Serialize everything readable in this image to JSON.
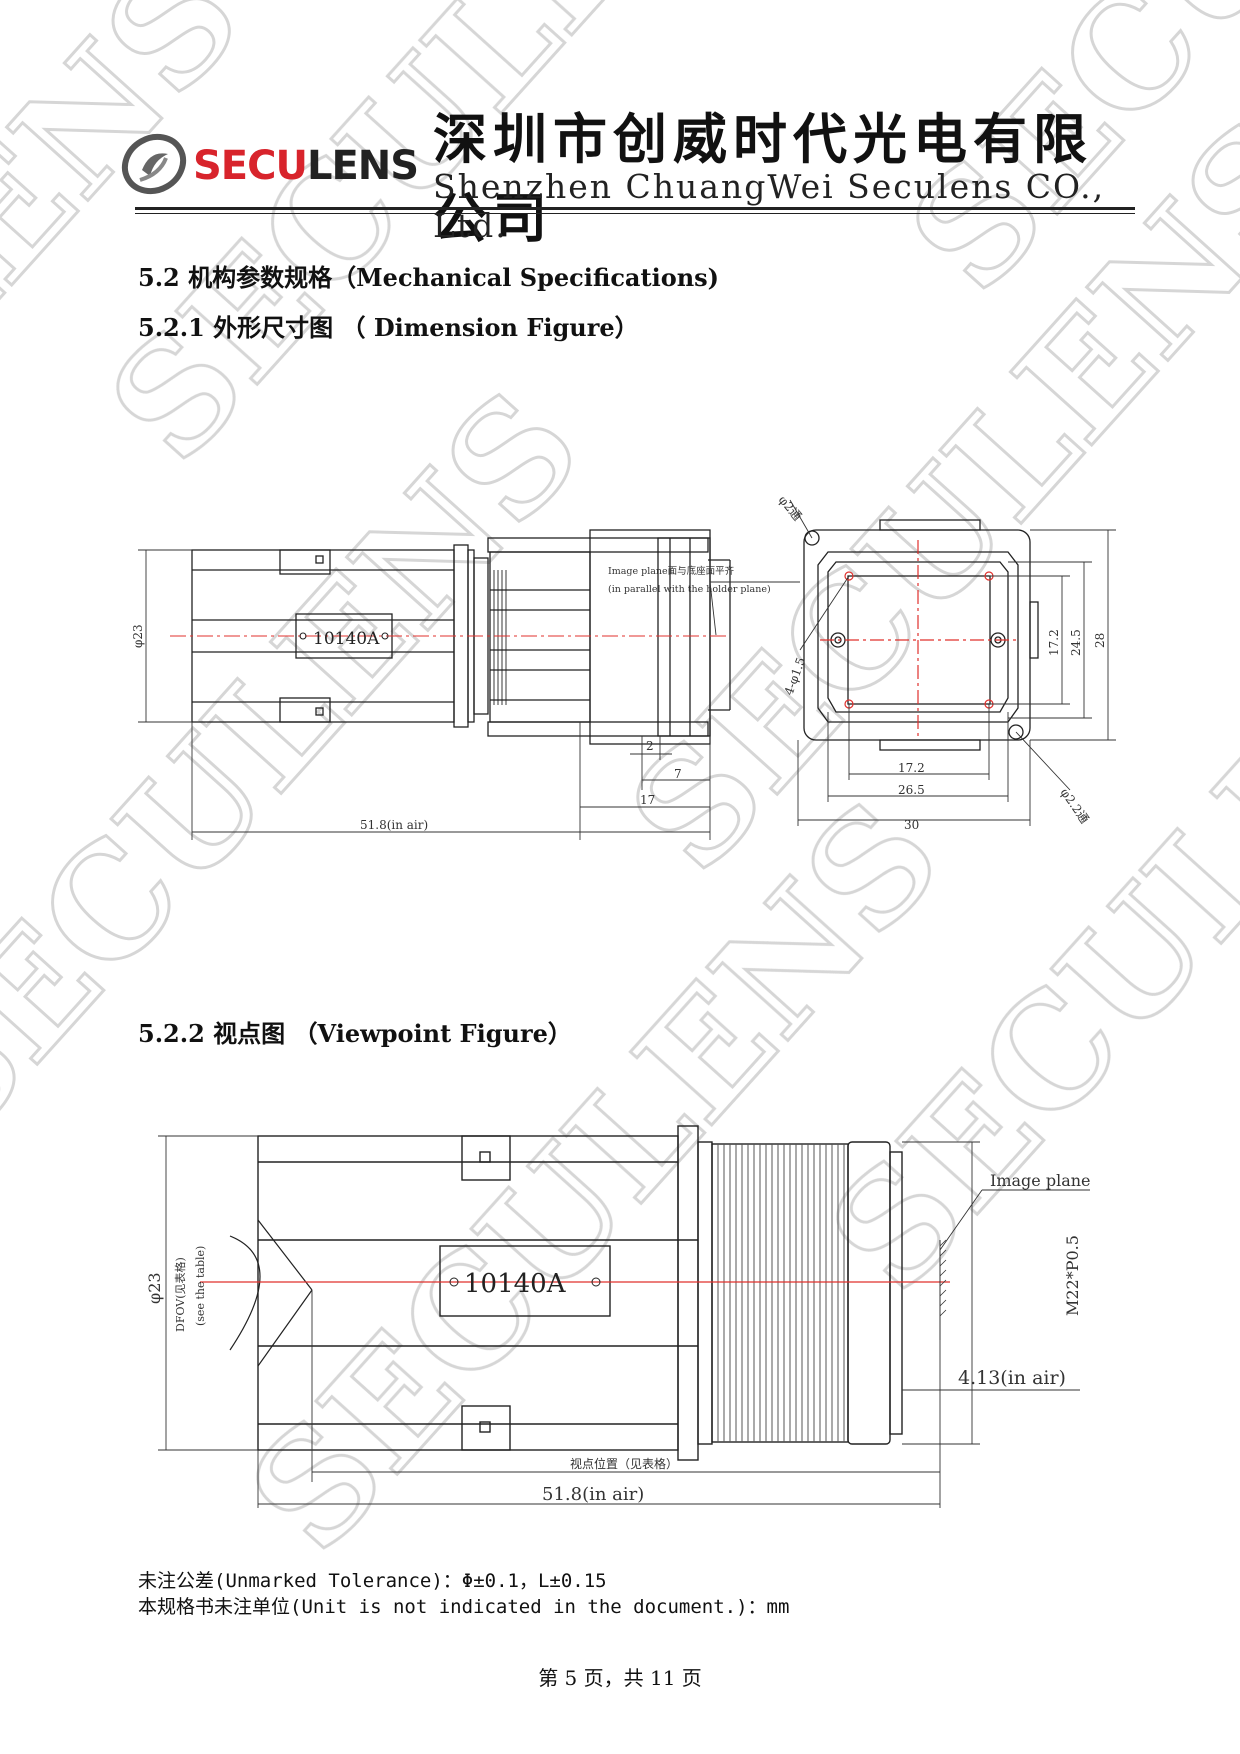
{
  "header": {
    "logo_text_red": "SECU",
    "logo_text_dark": "LENS",
    "company_cn": "深圳市创威时代光电有限公司",
    "company_en": "Shenzhen ChuangWei Seculens CO., Ltd."
  },
  "watermark": {
    "text": "SECULENS"
  },
  "sections": {
    "s52": "5.2 机构参数规格（Mechanical Specifications)",
    "s521": "5.2.1 外形尺寸图 （ Dimension Figure）",
    "s522": "5.2.2 视点图 （Viewpoint Figure）"
  },
  "fig1": {
    "part_label": "10140A",
    "dia": "φ23",
    "dim_2": "2",
    "dim_7": "7",
    "dim_17": "17",
    "dim_total": "51.8(in air)",
    "image_plane_cn": "Image plane面与底座面平齐",
    "image_plane_en": "(in parallel with the holder plane)"
  },
  "fig2": {
    "hole_top": "φ2通",
    "hole_four": "4-φ1.5",
    "hole_bottom": "φ2.2通",
    "dim_17_2_h": "17.2",
    "dim_26_5": "26.5",
    "dim_30": "30",
    "dim_17_2_v": "17.2",
    "dim_24_5": "24.5",
    "dim_28": "28"
  },
  "fig3": {
    "part_label": "10140A",
    "dia": "φ23",
    "dfov_cn": "DFOV(见表格)",
    "dfov_en": "(see the table)",
    "image_plane": "Image plane",
    "thread": "M22*P0.5",
    "back_focus": "4.13(in air)",
    "viewpoint_pos": "视点位置（见表格）",
    "total": "51.8(in air)"
  },
  "notes": {
    "tolerance": "未注公差(Unmarked Tolerance)：Φ±0.1，L±0.15",
    "unit": "本规格书未注单位(Unit is not indicated in the document.)：mm"
  },
  "footer": {
    "page": "第 5 页，共 11 页"
  },
  "colors": {
    "logo_red": "#d8242c",
    "centerline": "#e0302c",
    "watermark": "#cfcfcf"
  }
}
